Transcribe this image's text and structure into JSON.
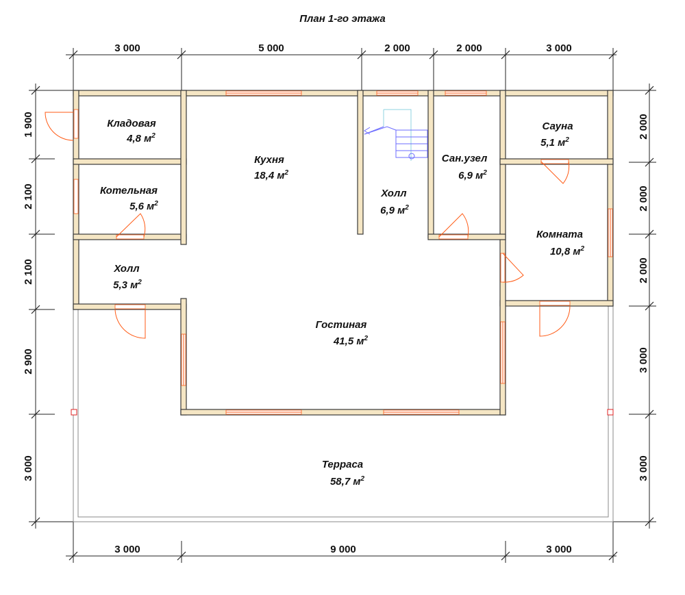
{
  "title": "План 1-го этажа",
  "dimensions": {
    "top": [
      "3 000",
      "5 000",
      "2 000",
      "2 000",
      "3 000"
    ],
    "bottom": [
      "3 000",
      "9 000",
      "3 000"
    ],
    "left": [
      "1 900",
      "2 100",
      "2 100",
      "2 900",
      "3 000"
    ],
    "right": [
      "2 000",
      "2 000",
      "2 000",
      "3 000",
      "3 000"
    ]
  },
  "area_unit": "м",
  "area_unit_power": "2",
  "rooms": [
    {
      "id": "kladovaya",
      "name": "Кладовая",
      "area": "4,8"
    },
    {
      "id": "kotelnaya",
      "name": "Котельная",
      "area": "5,6"
    },
    {
      "id": "holl-left",
      "name": "Холл",
      "area": "5,3"
    },
    {
      "id": "kuhnya",
      "name": "Кухня",
      "area": "18,4"
    },
    {
      "id": "holl-center",
      "name": "Холл",
      "area": "6,9"
    },
    {
      "id": "sanuzel",
      "name": "Сан.узел",
      "area": "6,9"
    },
    {
      "id": "sauna",
      "name": "Сауна",
      "area": "5,1"
    },
    {
      "id": "komnata",
      "name": "Комната",
      "area": "10,8"
    },
    {
      "id": "gostinaya",
      "name": "Гостиная",
      "area": "41,5"
    },
    {
      "id": "terrasa",
      "name": "Терраса",
      "area": "58,7"
    }
  ]
}
